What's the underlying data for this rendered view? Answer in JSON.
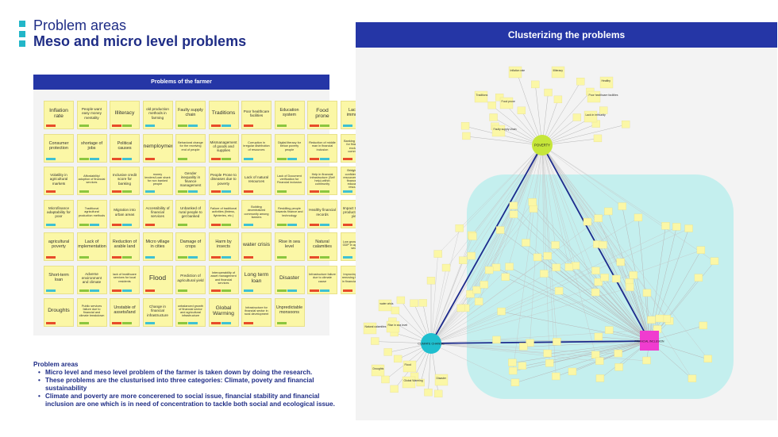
{
  "header": {
    "title": "Problem areas",
    "subtitle": "Meso and micro level problems"
  },
  "board": {
    "title": "Problems of the farmer",
    "notes": [
      [
        "Inflation rate",
        "People want easy money mentality",
        "Illiteracy",
        "old production methods in farming",
        "Faulty supply chain",
        "Traditions",
        "Poor healthcare facilities",
        "Education system",
        "Food prone",
        "Lack in immunity"
      ],
      [
        "Consumer protection",
        "shortage of jobs",
        "Political causes",
        "Unemployment",
        "Behavioral change for the receiving end of people",
        "Mismanagement of goods and supplies",
        "Corruption in irregular distribution of resources",
        "Digital literacy for below poverty people",
        "Reduction of middle man in financial inclusion",
        "Banking services for financially excluded community"
      ],
      [
        "Volatility in agricultural markets",
        "Affordability/ adoption of financial services",
        "Inclusive credit score for banking",
        "money lenders/Loan shark for non banked people",
        "Gender inequality in finance management",
        "People Prone to diseases due to poverty",
        "Lack of natural resources",
        "Lack of Document verification for Financial inclusion",
        "Help in financial infrastructure (Self help) within community",
        "Bridging the confidence and resources through finances and educational resources"
      ],
      [
        "Microfinance adaptability for poor",
        "Traditional agricultural production methods",
        "Migration into urban areas",
        "Accessibility of financial services",
        "Unbanked of rural people to get banked",
        "Failure of traditional activities (fintess, flyinteries, etc.)",
        "Building decentralized community among farmers",
        "Reskilling people towards finance and technology",
        "Healthy financial records",
        "Impact the crop production and yield"
      ],
      [
        "agricultural poverty",
        "Lack of implementation",
        "Reduction of arable land",
        "Micro village in cities",
        "Damage of crops",
        "Harm by insects",
        "water crisis",
        "Rise in sea level",
        "Natural calamities",
        "Low growth rate of GDP in agricultural sector"
      ],
      [
        "Short-term loan",
        "Adverse environment and climate",
        "lack of healthcare services for local residents",
        "Flood",
        "Prediction of agricultural yield",
        "Interoperability of asset management and financial services",
        "Long term loan",
        "Disaster",
        "Infrastructure failure due to climate cause",
        "Improving trust by removing the frauds in financial services"
      ],
      [
        "Droughts",
        "Public services failure due to financial and climate breakdown",
        "Unstable of assets/land",
        "Change in financial infrastructure",
        "unbalanced growth of financial sector and agricultural infrastructure",
        "Global Warming",
        "Infrastructure for financial sector in rural development",
        "Unpredictable monsoons",
        "",
        ""
      ]
    ]
  },
  "bullets": {
    "heading": "Problem areas",
    "items": [
      "Micro level and meso level problem of the farmer is taken down by doing the research.",
      "These problems are the clusturised into three categories: Climate, povety and financial sustainability",
      "Climate and poverty are more concerened to social issue, financial stability and financial inclusion are one which is in need of concentration to tackle both social and ecological issue."
    ]
  },
  "cluster": {
    "title": "Clusterizing the problems",
    "nodes": {
      "poverty": "POVERTY",
      "climate": "CLIMATE CHANGE",
      "finance": "FINANCIAL INCLUSION"
    },
    "poverty_labels": [
      "Inflation rate",
      "Illiteracy",
      "Food prone",
      "Healthy",
      "Traditions",
      "Faulty supply chain",
      "Lack in immunity",
      "Poor healthcare facilities"
    ],
    "climate_labels": [
      "water crisis",
      "Flood",
      "Droughts",
      "Global Warming",
      "Rise in sea level",
      "Natural calamities",
      "Disaster"
    ]
  },
  "colors": {
    "accent": "#2536a6",
    "teal": "#22b6c8",
    "note": "#fbf7a6",
    "poverty_node": "#c6e63a",
    "climate_node": "#1fbfcf",
    "finance_node": "#f03ccf",
    "region": "#bfeeed",
    "tag_red": "#e74c2a",
    "tag_green": "#8bc63f",
    "tag_cyan": "#3ec1d3"
  }
}
